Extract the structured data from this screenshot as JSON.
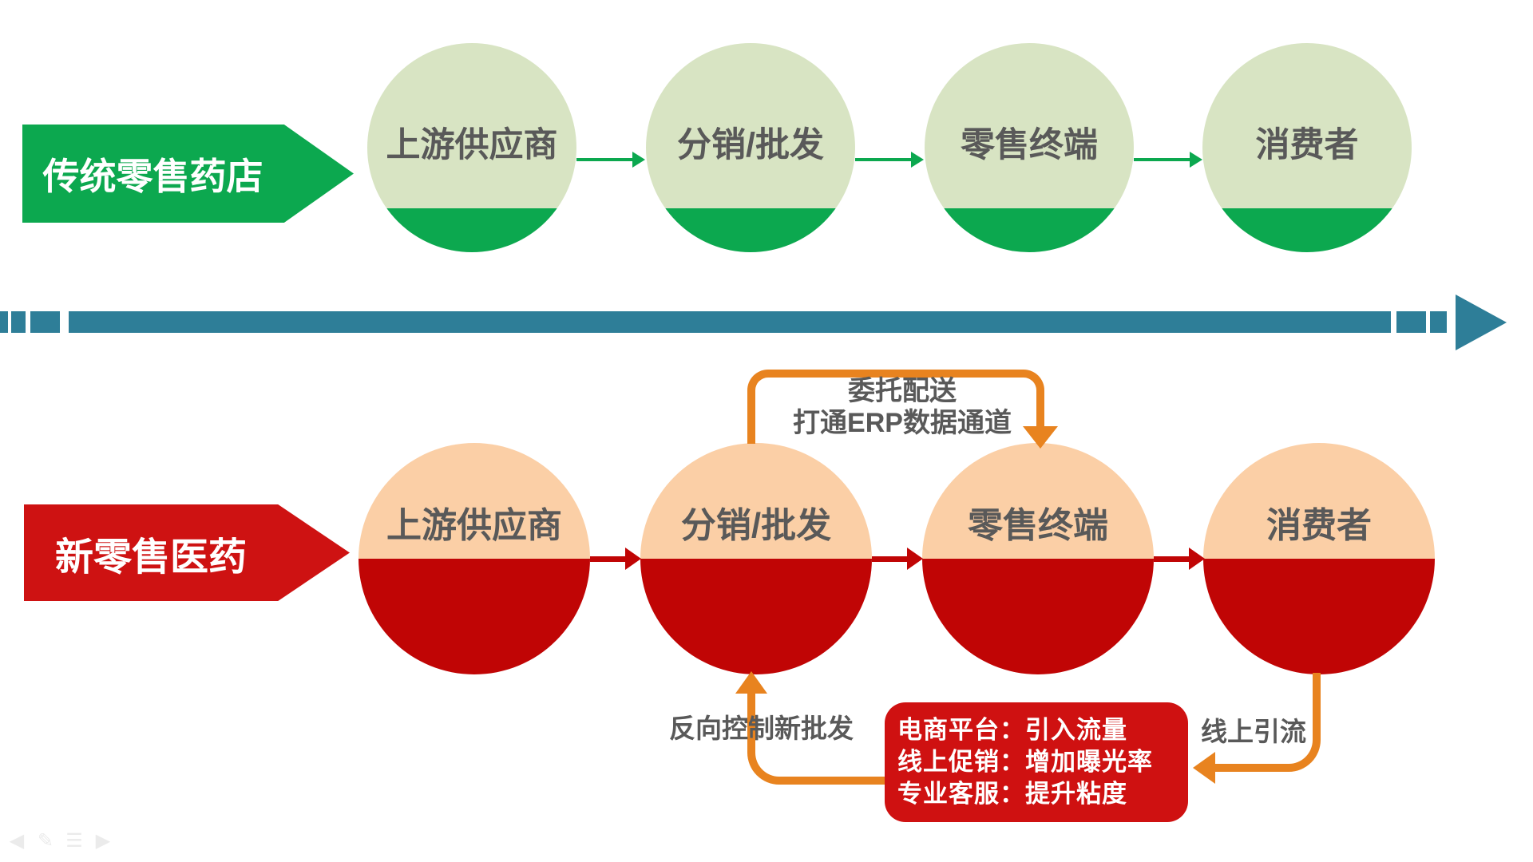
{
  "colors": {
    "green": "#0CA84F",
    "sage_light_green": "#D8E4C3",
    "teal": "#2E7E98",
    "peach": "#FBCFA6",
    "dark_red": "#C00505",
    "bright_red": "#CE1212",
    "orange": "#E8831F",
    "text_gray": "#595959"
  },
  "top_flow": {
    "banner_label": "传统零售药店",
    "nodes": [
      "上游供应商",
      "分销/批发",
      "零售终端",
      "消费者"
    ]
  },
  "bottom_flow": {
    "banner_label": "新零售医药",
    "nodes": [
      "上游供应商",
      "分销/批发",
      "零售终端",
      "消费者"
    ]
  },
  "annotations": {
    "delegate_line1": "委托配送",
    "delegate_line2": "打通ERP数据通道",
    "reverse_control": "反向控制新批发",
    "online_traffic": "线上引流",
    "benefit_box": {
      "line1": "电商平台：引入流量",
      "line2": "线上促销：增加曝光率",
      "line3": "专业客服：提升粘度"
    }
  },
  "controls": {
    "prev": "◀",
    "pen": "✎",
    "menu": "☰",
    "next": "▶"
  }
}
